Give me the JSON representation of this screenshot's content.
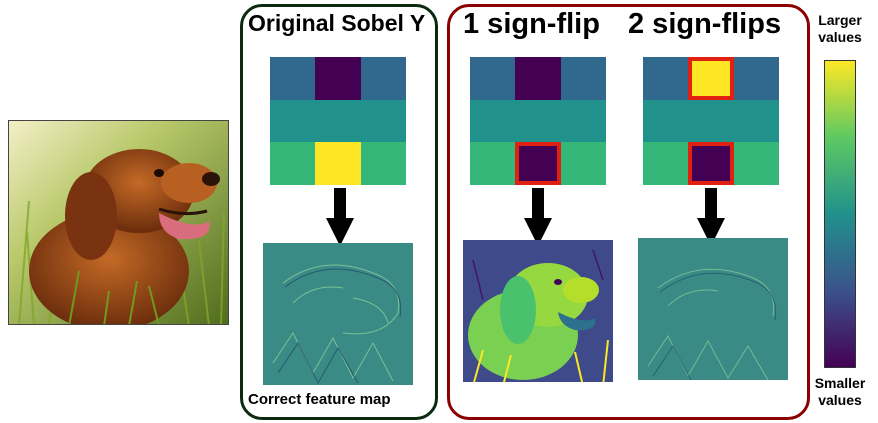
{
  "panels": {
    "original": {
      "title": "Original Sobel Y",
      "caption": "Correct feature map"
    },
    "one_flip": {
      "title": "1 sign-flip"
    },
    "two_flips": {
      "title": "2 sign-flips"
    }
  },
  "legend": {
    "top_label_line1": "Larger",
    "top_label_line2": "values",
    "bottom_label_line1": "Smaller",
    "bottom_label_line2": "values"
  },
  "colors": {
    "viridis_max": "#fde725",
    "viridis_mid_high": "#35b779",
    "viridis_mid": "#21918c",
    "viridis_mid_low": "#31688e",
    "viridis_min": "#440154",
    "original_border": "#0b2a10",
    "flip_border": "#8b0000",
    "highlight_border": "#e02010"
  },
  "kernels": {
    "original": [
      [
        "#31688e",
        "#440154",
        "#31688e"
      ],
      [
        "#21918c",
        "#21918c",
        "#21918c"
      ],
      [
        "#35b779",
        "#fde725",
        "#35b779"
      ]
    ],
    "one_flip": [
      [
        "#31688e",
        "#440154",
        "#31688e"
      ],
      [
        "#21918c",
        "#21918c",
        "#21918c"
      ],
      [
        "#35b779",
        "#440154",
        "#35b779"
      ]
    ],
    "two_flips": [
      [
        "#31688e",
        "#fde725",
        "#31688e"
      ],
      [
        "#21918c",
        "#21918c",
        "#21918c"
      ],
      [
        "#35b779",
        "#440154",
        "#35b779"
      ]
    ]
  },
  "icons": {
    "arrow": "down-arrow-icon"
  }
}
